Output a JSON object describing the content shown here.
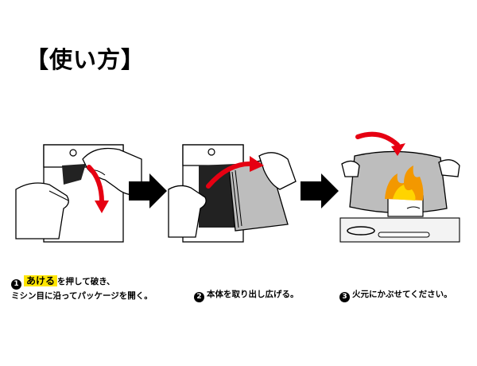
{
  "title": "【使い方】",
  "steps": [
    {
      "number": "1",
      "highlight": "あける",
      "line1_rest": "を押して破き、",
      "line2": "ミシン目に沿ってパッケージを開く。"
    },
    {
      "number": "2",
      "text": "本体を取り出し広げる。"
    },
    {
      "number": "3",
      "text": "火元にかぶせてください。"
    }
  ],
  "colors": {
    "arrow_red": "#e60012",
    "highlight_yellow": "#ffe600",
    "sheet_gray": "#bdbdbd",
    "flame_orange": "#f39800"
  }
}
